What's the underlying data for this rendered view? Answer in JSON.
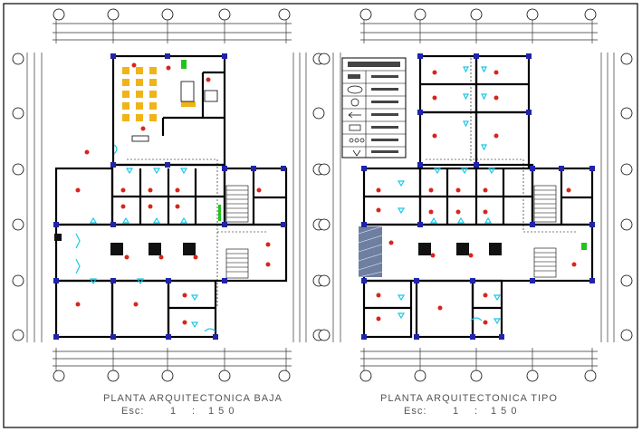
{
  "drawing": {
    "colors": {
      "wall": "#000000",
      "column": "#1f24a8",
      "door": "#19c8e6",
      "accent": "#d8251c",
      "furniture": "#f0b418",
      "green": "#22c41c",
      "hatch": "#6e7fa2",
      "dim": "#333333"
    }
  },
  "plans": [
    {
      "title": "PLANTA ARQUITECTONICA BAJA",
      "scale": {
        "label": "Esc:",
        "n1": "1",
        "sep": ":",
        "n2": "1 5 0"
      }
    },
    {
      "title": "PLANTA ARQUITECTONICA TIPO",
      "scale": {
        "label": "Esc:",
        "n1": "1",
        "sep": ":",
        "n2": "1 5 0"
      }
    }
  ]
}
